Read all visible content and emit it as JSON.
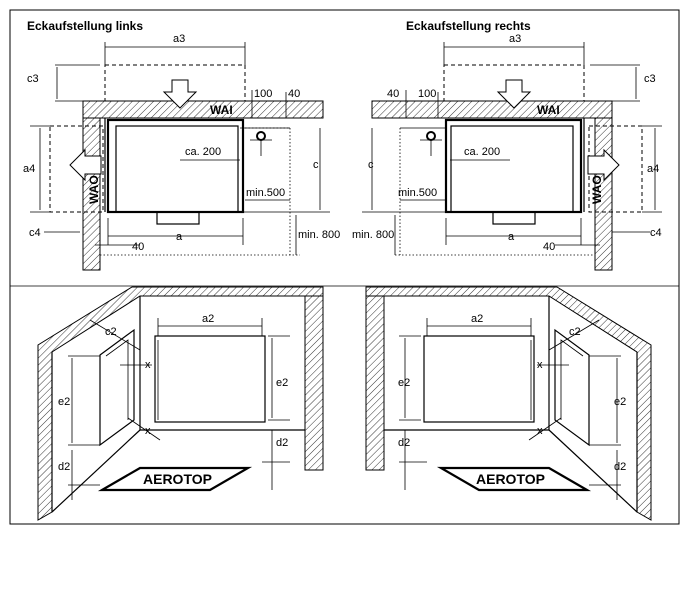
{
  "titles": {
    "left": "Eckaufstellung links",
    "right": "Eckaufstellung rechts"
  },
  "labels": {
    "a": "a",
    "a2": "a2",
    "a3": "a3",
    "a4": "a4",
    "c": "c",
    "c2": "c2",
    "c3": "c3",
    "c4": "c4",
    "d2": "d2",
    "e2": "e2",
    "x": "x",
    "wai": "WAI",
    "wao": "WAO",
    "ca200": "ca. 200",
    "min500": "min.500",
    "min800": "min. 800",
    "n40": "40",
    "n100": "100",
    "aerotop": "AEROTOP"
  }
}
